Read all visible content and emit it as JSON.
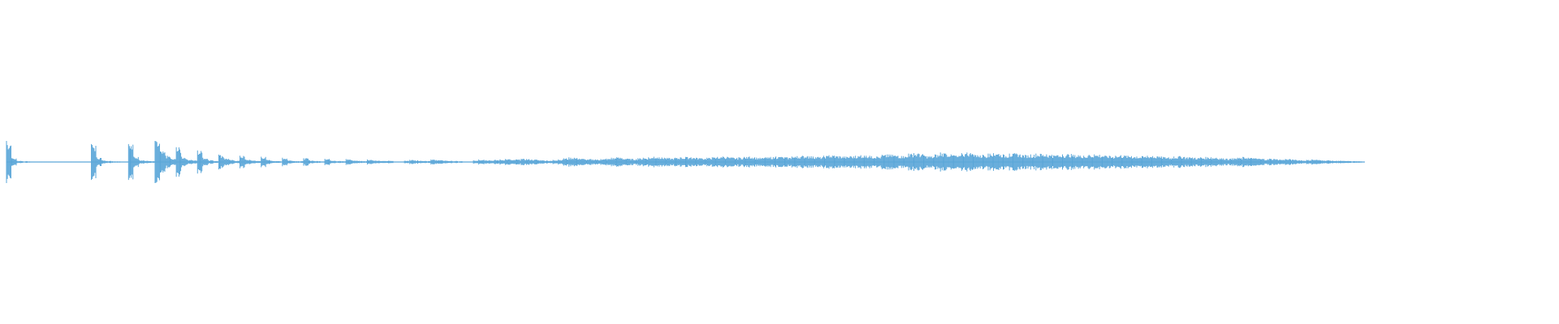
{
  "waveform": {
    "color": "#5aa6d8",
    "background": "#ffffff",
    "played_fraction": 0,
    "audible_extent_fraction": 0.875,
    "peaks": [
      1.0,
      0.18,
      0.06,
      0.04,
      0.03,
      0.02,
      0.01,
      0.0,
      0.0,
      0.0,
      0.01,
      0.0,
      0.0,
      0.01,
      0.0,
      0.0,
      0.85,
      0.22,
      0.08,
      0.05,
      0.04,
      0.03,
      0.02,
      0.85,
      0.25,
      0.1,
      0.06,
      0.04,
      1.0,
      0.5,
      0.3,
      0.15,
      0.7,
      0.25,
      0.12,
      0.08,
      0.55,
      0.2,
      0.1,
      0.06,
      0.35,
      0.18,
      0.1,
      0.06,
      0.3,
      0.12,
      0.08,
      0.05,
      0.25,
      0.1,
      0.06,
      0.04,
      0.2,
      0.08,
      0.05,
      0.04,
      0.18,
      0.08,
      0.05,
      0.04,
      0.15,
      0.08,
      0.05,
      0.04,
      0.14,
      0.08,
      0.06,
      0.05,
      0.12,
      0.07,
      0.06,
      0.05,
      0.06,
      0.0,
      0.0,
      0.06,
      0.1,
      0.08,
      0.06,
      0.05,
      0.12,
      0.09,
      0.08,
      0.06,
      0.05,
      0.04,
      0.0,
      0.0,
      0.08,
      0.12,
      0.1,
      0.08,
      0.1,
      0.12,
      0.14,
      0.1,
      0.12,
      0.15,
      0.14,
      0.12,
      0.1,
      0.08,
      0.06,
      0.1,
      0.12,
      0.18,
      0.22,
      0.2,
      0.16,
      0.12,
      0.14,
      0.12,
      0.14,
      0.16,
      0.2,
      0.22,
      0.18,
      0.16,
      0.15,
      0.18,
      0.2,
      0.22,
      0.25,
      0.22,
      0.2,
      0.18,
      0.2,
      0.22,
      0.24,
      0.22,
      0.2,
      0.18,
      0.2,
      0.22,
      0.24,
      0.26,
      0.22,
      0.2,
      0.22,
      0.24,
      0.26,
      0.22,
      0.2,
      0.22,
      0.24,
      0.26,
      0.24,
      0.22,
      0.26,
      0.28,
      0.3,
      0.28,
      0.26,
      0.24,
      0.3,
      0.32,
      0.3,
      0.28,
      0.26,
      0.28,
      0.3,
      0.32,
      0.3,
      0.28,
      0.26,
      0.34,
      0.36,
      0.34,
      0.3,
      0.28,
      0.4,
      0.42,
      0.38,
      0.3,
      0.28,
      0.36,
      0.45,
      0.4,
      0.36,
      0.3,
      0.42,
      0.45,
      0.38,
      0.32,
      0.34,
      0.4,
      0.42,
      0.38,
      0.34,
      0.4,
      0.42,
      0.36,
      0.34,
      0.36,
      0.4,
      0.38,
      0.36,
      0.34,
      0.32,
      0.36,
      0.38,
      0.34,
      0.32,
      0.3,
      0.34,
      0.36,
      0.34,
      0.3,
      0.28,
      0.3,
      0.32,
      0.3,
      0.28,
      0.26,
      0.28,
      0.3,
      0.28,
      0.26,
      0.24,
      0.22,
      0.26,
      0.28,
      0.24,
      0.22,
      0.2,
      0.22,
      0.24,
      0.22,
      0.2,
      0.18,
      0.16,
      0.18,
      0.2,
      0.24,
      0.2,
      0.18,
      0.16,
      0.14,
      0.16,
      0.14,
      0.12,
      0.14,
      0.12,
      0.1,
      0.08,
      0.1,
      0.12,
      0.1,
      0.08,
      0.08,
      0.06,
      0.06,
      0.05,
      0.04,
      0.04,
      0.03
    ]
  }
}
